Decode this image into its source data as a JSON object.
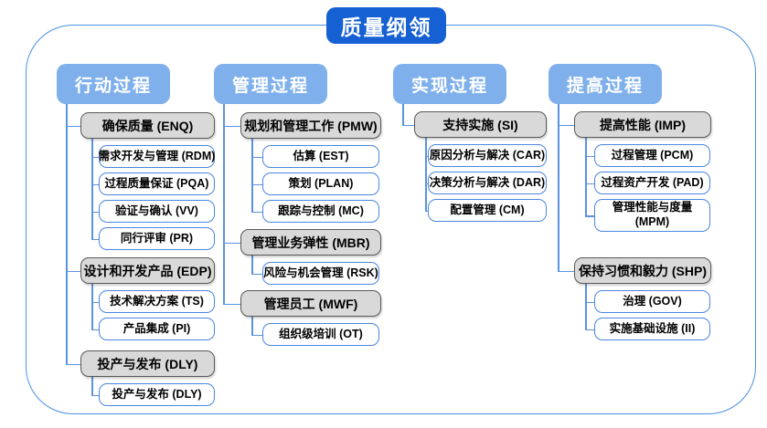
{
  "title": "质量纲领",
  "colors": {
    "title_bg": "#1560d2",
    "header_bg": "#7fb0ec",
    "gray_fill": "#d9d9d9",
    "gray_border": "#595959",
    "leaf_border": "#4a86e0",
    "connector_line": "#5b93e2",
    "frame_border": "#4a90e2"
  },
  "branches": [
    {
      "label": "行动过程",
      "groups": [
        {
          "label": "确保质量 (ENQ)",
          "children": [
            "需求开发与管理 (RDM)",
            "过程质量保证 (PQA)",
            "验证与确认 (VV)",
            "同行评审 (PR)"
          ]
        },
        {
          "label": "设计和开发产品 (EDP)",
          "children": [
            "技术解决方案 (TS)",
            "产品集成 (PI)"
          ]
        },
        {
          "label": "投产与发布 (DLY)",
          "children": [
            "投产与发布 (DLY)"
          ]
        }
      ]
    },
    {
      "label": "管理过程",
      "groups": [
        {
          "label": "规划和管理工作 (PMW)",
          "children": [
            "估算 (EST)",
            "策划 (PLAN)",
            "跟踪与控制 (MC)"
          ]
        },
        {
          "label": "管理业务弹性 (MBR)",
          "children": [
            "风险与机会管理 (RSK)"
          ]
        },
        {
          "label": "管理员工 (MWF)",
          "children": [
            "组织级培训 (OT)"
          ]
        }
      ]
    },
    {
      "label": "实现过程",
      "groups": [
        {
          "label": "支持实施 (SI)",
          "children": [
            "原因分析与解决 (CAR)",
            "决策分析与解决 (DAR)",
            "配置管理 (CM)"
          ]
        }
      ]
    },
    {
      "label": "提高过程",
      "groups": [
        {
          "label": "提高性能 (IMP)",
          "children": [
            "过程管理 (PCM)",
            "过程资产开发 (PAD)",
            "管理性能与度量\n(MPM)"
          ]
        },
        {
          "label": "保持习惯和毅力 (SHP)",
          "children": [
            "治理 (GOV)",
            "实施基础设施 (II)"
          ]
        }
      ]
    }
  ]
}
